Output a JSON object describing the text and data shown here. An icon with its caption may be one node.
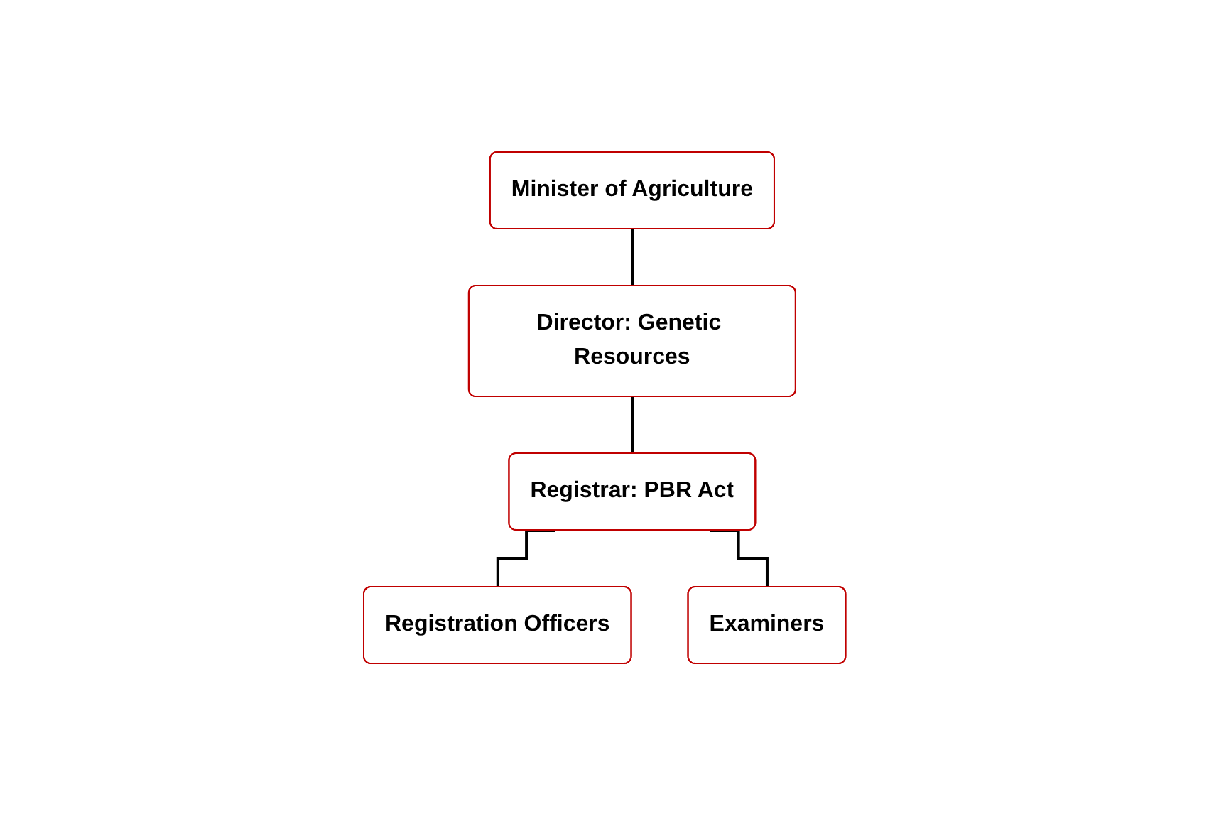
{
  "diagram": {
    "nodes": [
      {
        "text": [
          "Minister of Agriculture"
        ]
      },
      {
        "text": [
          "Director: Genetic Resources"
        ]
      },
      {
        "text": [
          "Registrar: PBR Act"
        ]
      },
      {
        "text": [
          "Registration Officers"
        ]
      },
      {
        "text": [
          "Examiners"
        ]
      }
    ],
    "edges": [
      {
        "from": 0,
        "to": 1,
        "arrow": "none"
      },
      {
        "from": 1,
        "to": 2,
        "arrow": "none"
      },
      {
        "from": 2,
        "to": 3,
        "arrow": "none"
      },
      {
        "from": 2,
        "to": 4,
        "arrow": "none"
      }
    ]
  }
}
